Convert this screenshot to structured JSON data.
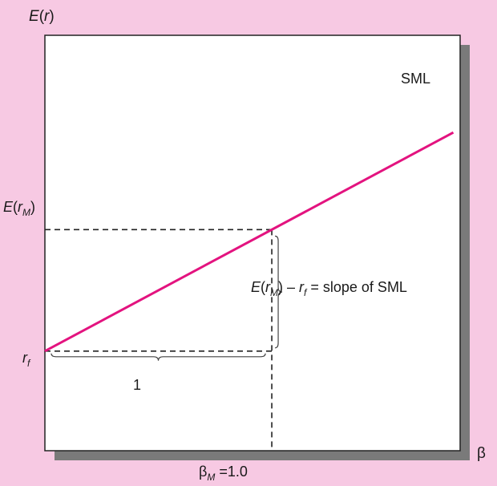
{
  "chart_data": {
    "type": "line",
    "xlabel": "β",
    "ylabel": "E(r)",
    "series": [
      {
        "name": "SML",
        "x": [
          0,
          1.8
        ],
        "y": [
          0,
          1.8
        ]
      }
    ],
    "xlim": [
      -0.0,
      1.83
    ],
    "ylim": [
      -0.82,
      2.6
    ],
    "market_point": {
      "beta": 1.0,
      "expected_return": 1.0
    },
    "labels": {
      "rf": "r",
      "rf_sub": "f",
      "erm_prefix": "E(r",
      "erm_sub": "M",
      "erm_suffix": ")",
      "beta_m": "β",
      "beta_m_sub": "M",
      "beta_m_value": " =1.0",
      "run": "1",
      "slope_prefix": "E(r",
      "slope_sub": "M",
      "slope_mid": ") – r",
      "slope_sub2": "f",
      "slope_suffix": " = slope of SML",
      "sml": "SML"
    },
    "colors": {
      "line": "#e3137f",
      "background": "#f7c9e3",
      "plot": "#ffffff",
      "shadow": "#7a7a7a"
    }
  }
}
